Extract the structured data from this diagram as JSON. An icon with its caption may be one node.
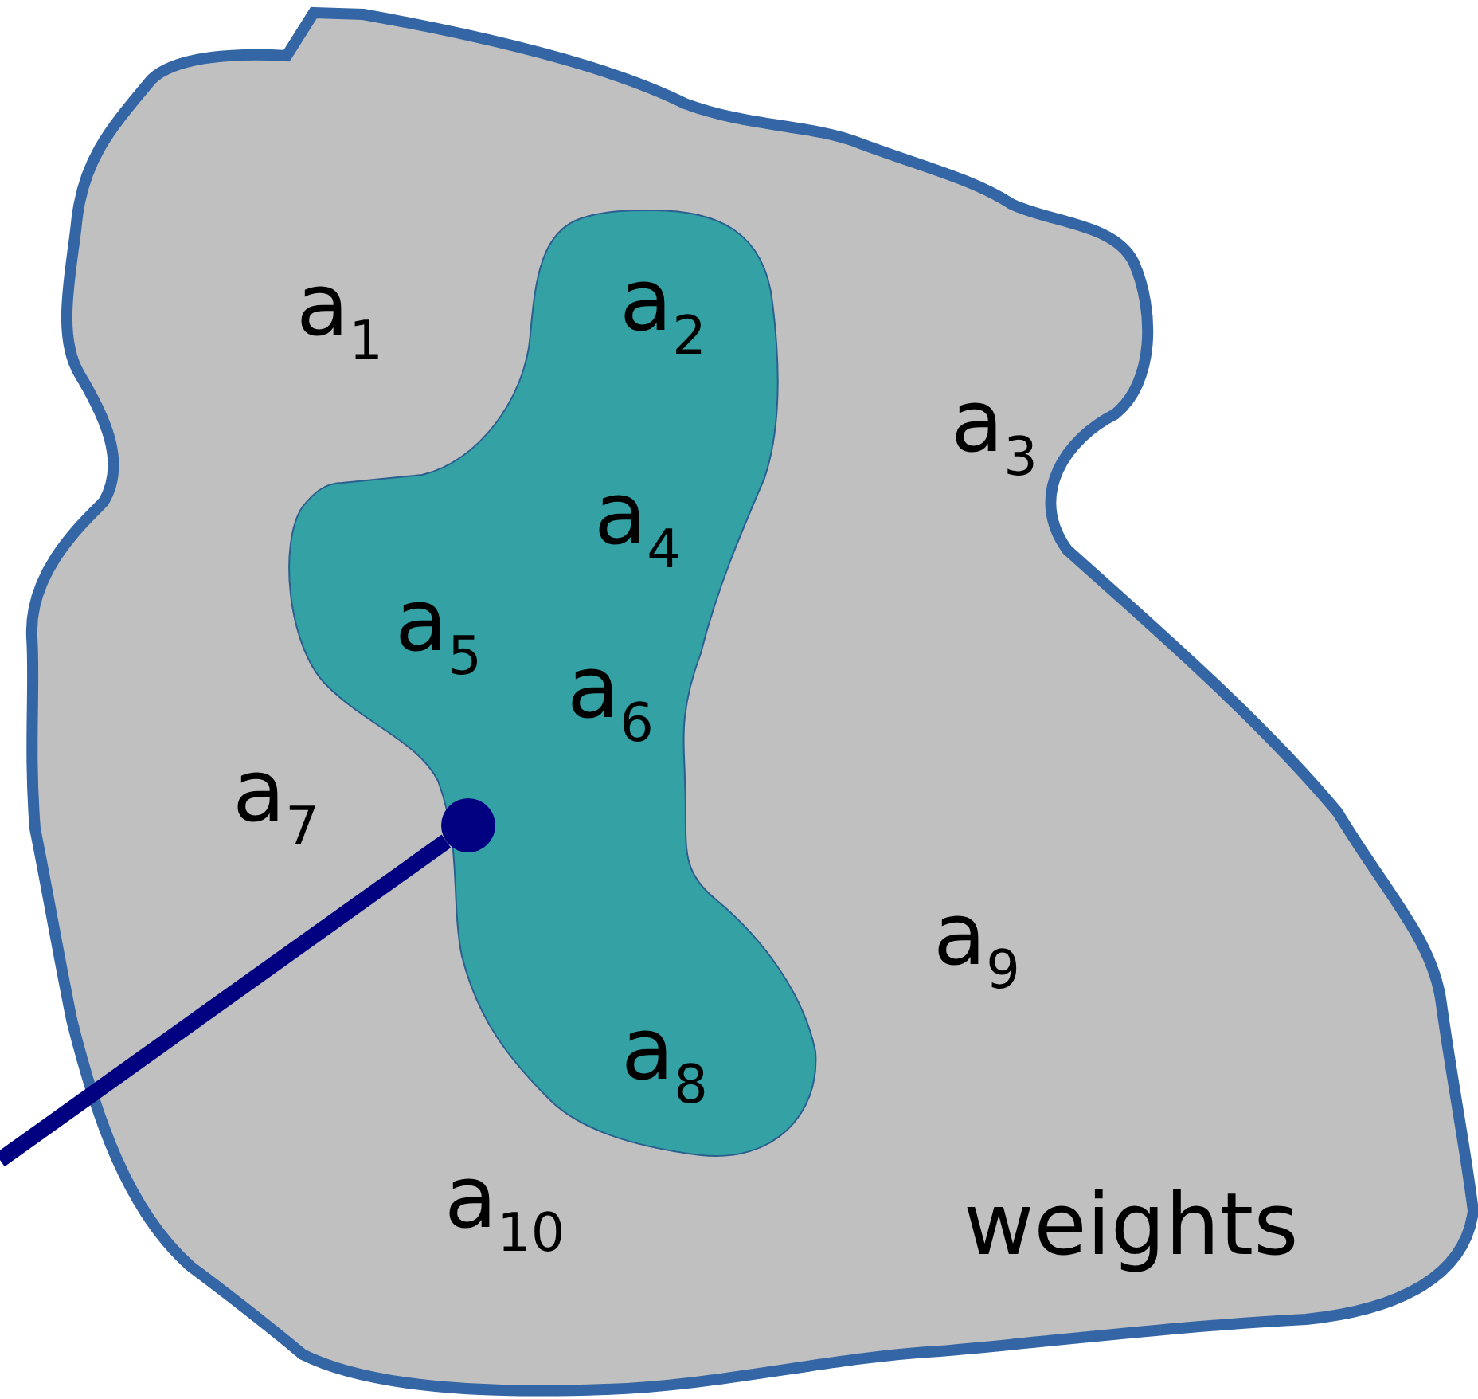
{
  "diagram": {
    "nodes": [
      {
        "text": [
          "weights"
        ]
      },
      {
        "text": [],
        "shape": "blob",
        "in": 0
      },
      {
        "text": [],
        "shape": "circle",
        "in": 1
      }
    ],
    "edges": [
      {
        "from": null,
        "to": 2,
        "arrow": "none"
      }
    ],
    "labels": [
      "a$_{1}$",
      "a$_{2}$",
      "a$_{3}$",
      "a$_{4}$",
      "a$_{5}$",
      "a$_{6}$",
      "a$_{7}$",
      "a$_{9}$",
      "a$_{8}$",
      "a$_{10}$"
    ]
  }
}
